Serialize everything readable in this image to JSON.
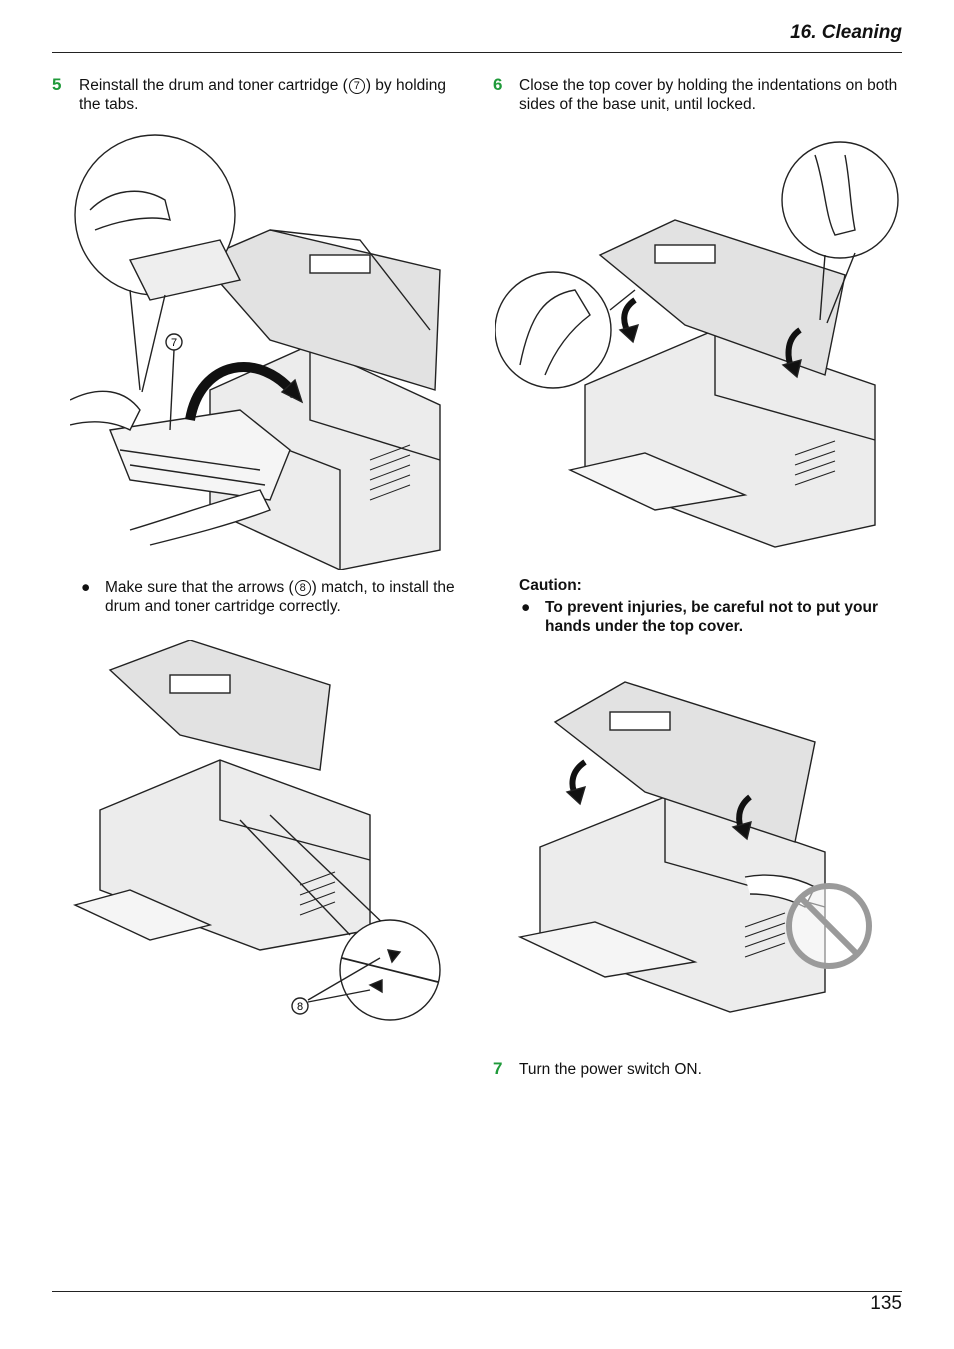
{
  "header": {
    "title": "16. Cleaning"
  },
  "footer": {
    "page_number": "135"
  },
  "step5": {
    "number": "5",
    "text_before": "Reinstall the drum and toner cartridge (",
    "ref": "7",
    "text_after": ") by holding the tabs."
  },
  "bullet_arrows": {
    "text_before": "Make sure that the arrows (",
    "ref": "8",
    "text_after": ") match, to install the drum and toner cartridge correctly."
  },
  "step6": {
    "number": "6",
    "text": "Close the top cover by holding the indentations on both sides of the base unit, until locked."
  },
  "caution": {
    "label": "Caution:",
    "bullet": "To prevent injuries, be careful not to put your hands under the top cover."
  },
  "step7": {
    "number": "7",
    "text": "Turn the power switch ON."
  },
  "illustrations": {
    "fig1_callout": "7",
    "fig2_callout": "8"
  },
  "colors": {
    "step_number": "#1f9a3a",
    "prohibit": "#9a9a9a"
  }
}
